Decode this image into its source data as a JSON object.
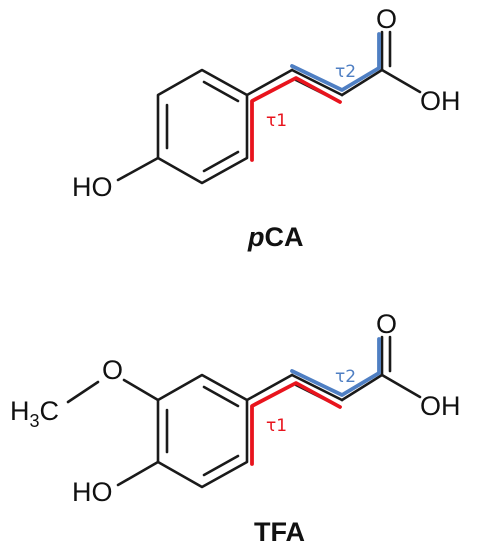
{
  "molecules": [
    {
      "name_italic": "p",
      "name": "CA",
      "atoms": {
        "carbonyl_o": "O",
        "hydroxyl_acid": "OH",
        "phenol": "HO"
      },
      "torsions": {
        "t1": "τ1",
        "t2": "τ2"
      }
    },
    {
      "name_italic": "",
      "name": "TFA",
      "atoms": {
        "carbonyl_o": "O",
        "hydroxyl_acid": "OH",
        "phenol": "HO",
        "methoxy_o": "O",
        "methyl_h": "H",
        "methyl_sub": "3",
        "methyl_c": "C"
      },
      "torsions": {
        "t1": "τ1",
        "t2": "τ2"
      }
    }
  ],
  "colors": {
    "tau1": "#e8141d",
    "tau2": "#4f7fc3",
    "bonds": "#1a1a1a"
  }
}
